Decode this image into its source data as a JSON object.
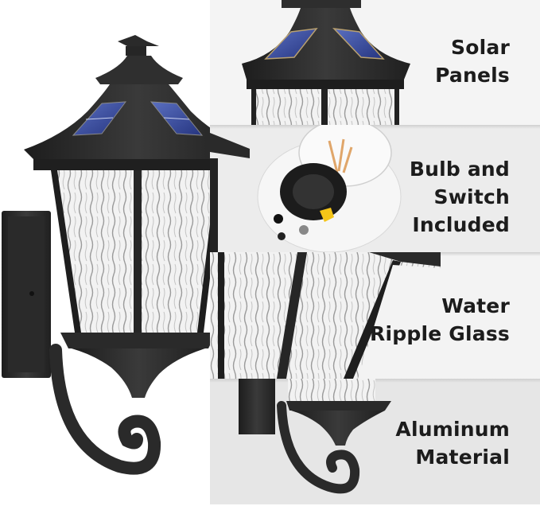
{
  "product": {
    "name": "Solar outdoor wall lantern",
    "finish_color": "#2b2b2b",
    "solar_panel_color": "#3a4f9a"
  },
  "panels": [
    {
      "id": "solar",
      "label": "Solar\nPanels",
      "background": "#f4f4f4",
      "feature_icon": "solar-panel-icon"
    },
    {
      "id": "bulb",
      "label": "Bulb and\nSwitch\nIncluded",
      "background": "#ececec",
      "feature_icon": "light-bulb-icon",
      "accent": "#f5c518"
    },
    {
      "id": "glass",
      "label": "Water\nRipple Glass",
      "background": "#f3f3f3",
      "feature_icon": "ripple-glass-icon"
    },
    {
      "id": "material",
      "label": "Aluminum\nMaterial",
      "background": "#e6e6e6",
      "feature_icon": "aluminum-bracket-icon"
    }
  ]
}
